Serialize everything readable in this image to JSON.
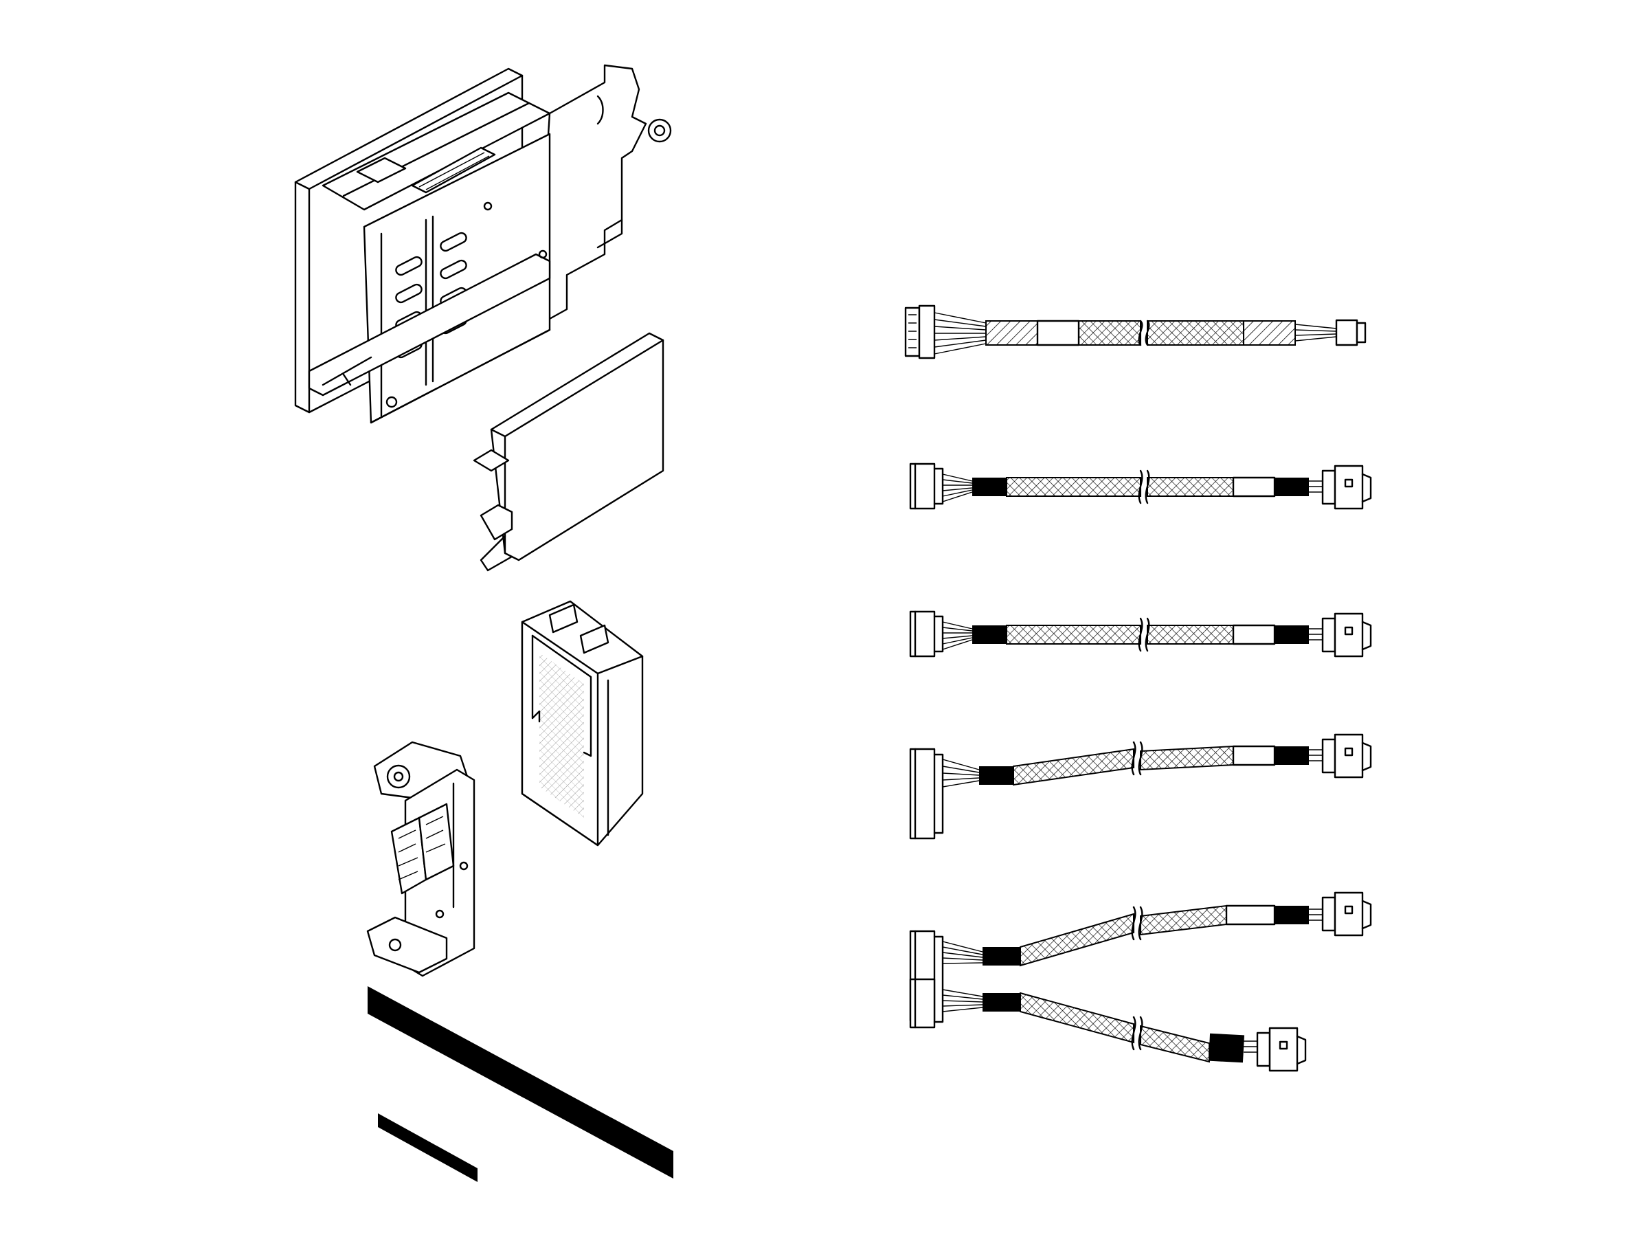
{
  "diagram": {
    "kind": "exploded-parts-illustration",
    "colors": {
      "ink": "#000000",
      "paper": "#ffffff"
    },
    "parts": [
      {
        "id": "drive-cage"
      },
      {
        "id": "drive-filler"
      },
      {
        "id": "drive-carrier"
      },
      {
        "id": "backplane-bracket"
      },
      {
        "id": "label-strip-long"
      },
      {
        "id": "label-strip-short"
      }
    ],
    "cables": [
      {
        "id": "power-cable",
        "type": "power",
        "ends": 1
      },
      {
        "id": "signal-cable-1",
        "type": "signal",
        "ends": 1
      },
      {
        "id": "signal-cable-2",
        "type": "signal",
        "ends": 1
      },
      {
        "id": "signal-cable-3",
        "type": "signal",
        "ends": 1
      },
      {
        "id": "y-signal-cable",
        "type": "signal-y",
        "ends": 2
      }
    ]
  }
}
